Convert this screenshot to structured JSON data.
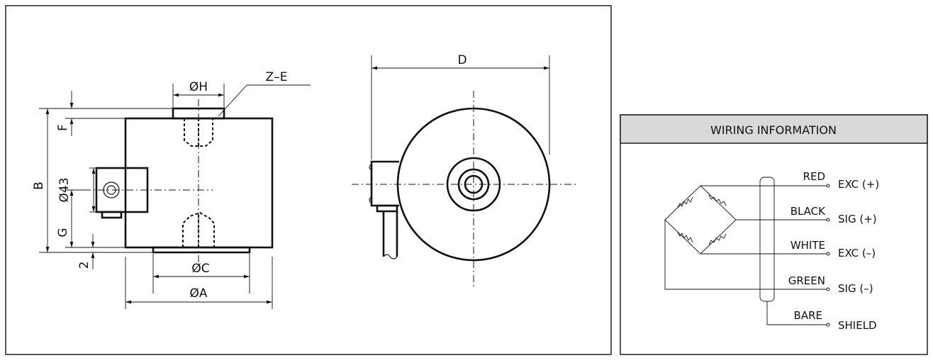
{
  "drawing": {
    "dim_d": "D",
    "dim_h": "ØH",
    "dim_ze": "Z–E",
    "dim_f": "F",
    "dim_b": "B",
    "dim_43": "Ø43",
    "dim_g": "G",
    "dim_2": "2",
    "dim_c": "ØC",
    "dim_a": "ØA"
  },
  "wiring": {
    "title": "WIRING INFORMATION",
    "wires": [
      {
        "color": "RED",
        "terminal": "EXC (+)"
      },
      {
        "color": "BLACK",
        "terminal": "SIG (+)"
      },
      {
        "color": "WHITE",
        "terminal": "EXC (–)"
      },
      {
        "color": "GREEN",
        "terminal": "SIG (–)"
      },
      {
        "color": "BARE",
        "terminal": "SHIELD"
      }
    ]
  }
}
